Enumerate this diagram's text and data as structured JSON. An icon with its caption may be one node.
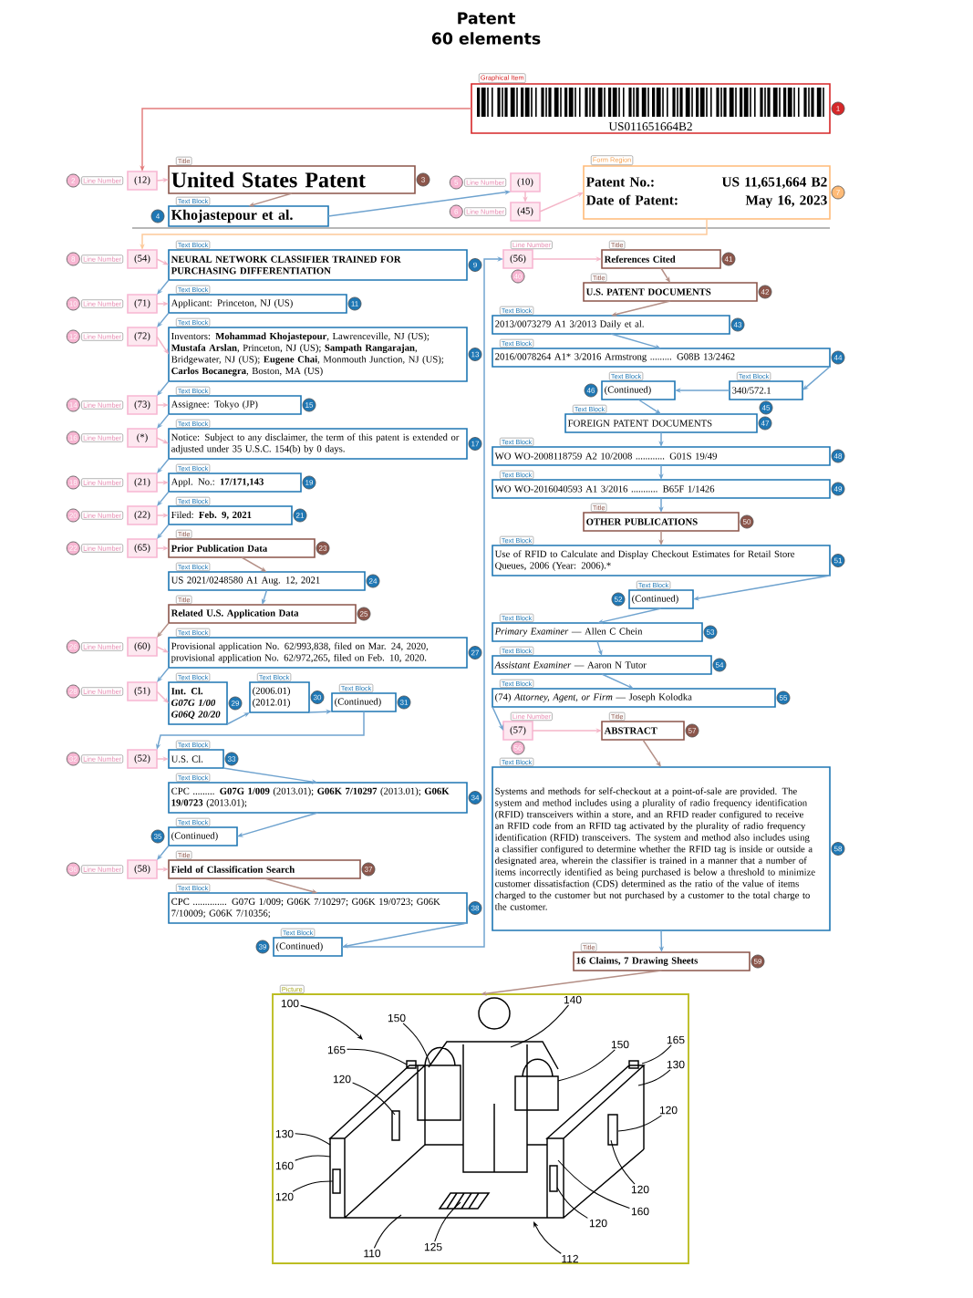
{
  "diagram": {
    "title": "Patent",
    "nodes": [
      {
        "text": [
          "Graphical Item",
          "US011651664B2"
        ],
        "beside": [
          "1"
        ]
      },
      {
        "text": [
          "Line Number",
          "(12)"
        ],
        "beside": [
          "2"
        ]
      },
      {
        "text": [
          "Title",
          "United States Patent"
        ],
        "beside": [
          "3"
        ]
      },
      {
        "text": [
          "Text Block",
          "Khojastepour et al."
        ],
        "beside": [
          "4"
        ]
      },
      {
        "text": [
          "Line Number",
          "(10)"
        ],
        "beside": [
          "5"
        ]
      },
      {
        "text": [
          "Line Number",
          "(45)"
        ],
        "beside": [
          "6"
        ]
      },
      {
        "text": [
          "Form Region",
          "Patent No.:",
          "US 11,651,664 B2",
          "Date of Patent:",
          "May 16, 2023"
        ],
        "beside": [
          "7"
        ]
      },
      {
        "text": [
          "Line Number",
          "(54)"
        ],
        "beside": [
          "8"
        ]
      },
      {
        "text": [
          "Text Block",
          "NEURAL NETWORK CLASSIFIER TRAINED FOR PURCHASING DIFFERENTIATION"
        ],
        "beside": [
          "9"
        ]
      },
      {
        "text": [
          "Line Number",
          "(71)"
        ],
        "beside": [
          "10"
        ]
      },
      {
        "text": [
          "Text Block",
          "Applicant: Princeton, NJ (US)"
        ],
        "beside": [
          "11"
        ]
      },
      {
        "text": [
          "Line Number",
          "(72)"
        ],
        "beside": [
          "12"
        ]
      },
      {
        "text": [
          "Text Block",
          "Inventors: **Mohammad Khojastepour**, Lawrenceville, NJ (US); **Mustafa Arslan**, Princeton, NJ (US); **Sampath Rangarajan**, Bridgewater, NJ (US); **Eugene Chai**, Monmouth Junction, NJ (US); **Carlos Bocanegra**, Boston, MA (US)"
        ],
        "beside": [
          "13"
        ]
      },
      {
        "text": [
          "Line Number",
          "(73)"
        ],
        "beside": [
          "14"
        ]
      },
      {
        "text": [
          "Text Block",
          "Assignee: Tokyo (JP)"
        ],
        "beside": [
          "15"
        ]
      },
      {
        "text": [
          "Line Number",
          "(*)"
        ],
        "beside": [
          "16"
        ]
      },
      {
        "text": [
          "Text Block",
          "Notice: Subject to any disclaimer, the term of this patent is extended or adjusted under 35 U.S.C. 154(b) by 0 days."
        ],
        "beside": [
          "17"
        ]
      },
      {
        "text": [
          "Line Number",
          "(21)"
        ],
        "beside": [
          "18"
        ]
      },
      {
        "text": [
          "Text Block",
          "Appl. No.: **17/171,143**"
        ],
        "beside": [
          "19"
        ]
      },
      {
        "text": [
          "Line Number",
          "(22)"
        ],
        "beside": [
          "20"
        ]
      },
      {
        "text": [
          "Text Block",
          "Filed: **Feb. 9, 2021**"
        ],
        "beside": [
          "21"
        ]
      },
      {
        "text": [
          "Line Number",
          "(65)"
        ],
        "beside": [
          "22"
        ]
      },
      {
        "text": [
          "Title",
          "Prior Publication Data"
        ],
        "beside": [
          "23"
        ]
      },
      {
        "text": [
          "Text Block",
          "US 2021/0248580 A1 Aug. 12, 2021"
        ],
        "beside": [
          "24"
        ]
      },
      {
        "text": [
          "Title",
          "Related U.S. Application Data"
        ],
        "beside": [
          "25"
        ]
      },
      {
        "text": [
          "Line Number",
          "(60)"
        ],
        "beside": [
          "26"
        ]
      },
      {
        "text": [
          "Text Block",
          "Provisional application No. 62/993,838, filed on Mar. 24, 2020, provisional application No. 62/972,265, filed on Feb. 10, 2020."
        ],
        "beside": [
          "27"
        ]
      },
      {
        "text": [
          "Line Number",
          "(51)"
        ],
        "beside": [
          "28"
        ]
      },
      {
        "text": [
          "Text Block",
          "Int. Cl. *G07G 1/00* *G06Q 20/20*"
        ],
        "beside": [
          "29"
        ]
      },
      {
        "text": [
          "Text Block",
          "(2006.01) (2012.01)"
        ],
        "beside": [
          "30"
        ]
      },
      {
        "text": [
          "Text Block",
          "(Continued)"
        ],
        "beside": [
          "31"
        ]
      },
      {
        "text": [
          "Line Number",
          "(52)"
        ],
        "beside": [
          "32"
        ]
      },
      {
        "text": [
          "Text Block",
          "U.S. Cl."
        ],
        "beside": [
          "33"
        ]
      },
      {
        "text": [
          "Text Block",
          "CPC ......... **G07G 1/009** (2013.01); **G06K 7/10297** (2013.01); **G06K 19/0723** (2013.01);"
        ],
        "beside": [
          "34"
        ]
      },
      {
        "text": [
          "Text Block",
          "(Continued)"
        ],
        "beside": [
          "35"
        ]
      },
      {
        "text": [
          "Line Number",
          "(58)"
        ],
        "beside": [
          "36"
        ]
      },
      {
        "text": [
          "Title",
          "Field of Classification Search"
        ],
        "beside": [
          "37"
        ]
      },
      {
        "text": [
          "Text Block",
          "CPC .............. G07G 1/009; G06K 7/10297; G06K 19/0723; G06K 7/10009; G06K 7/10356;"
        ],
        "beside": [
          "38"
        ]
      },
      {
        "text": [
          "Text Block",
          "(Continued)"
        ],
        "beside": [
          "39"
        ]
      },
      {
        "text": [
          "Line Number",
          "(56)"
        ],
        "beside": [
          "40"
        ]
      },
      {
        "text": [
          "Title",
          "References Cited"
        ],
        "beside": [
          "41"
        ]
      },
      {
        "text": [
          "Title",
          "U.S. PATENT DOCUMENTS"
        ],
        "beside": [
          "42"
        ]
      },
      {
        "text": [
          "Text Block",
          "2013/0073279 A1 3/2013 Daily et al."
        ],
        "beside": [
          "43"
        ]
      },
      {
        "text": [
          "Text Block",
          "2016/0078264 A1* 3/2016 Armstrong ......... G08B 13/2462"
        ],
        "beside": [
          "44"
        ]
      },
      {
        "text": [
          "Text Block",
          "340/572.1"
        ],
        "beside": [
          "45"
        ]
      },
      {
        "text": [
          "Text Block",
          "(Continued)"
        ],
        "beside": [
          "46"
        ]
      },
      {
        "text": [
          "Text Block",
          "FOREIGN PATENT DOCUMENTS"
        ],
        "beside": [
          "47"
        ]
      },
      {
        "text": [
          "Text Block",
          "WO WO-2008118759 A2 10/2008 ............ G01S 19/49"
        ],
        "beside": [
          "48"
        ]
      },
      {
        "text": [
          "Text Block",
          "WO WO-2016040593 A1 3/2016 ........... B65F 1/1426"
        ],
        "beside": [
          "49"
        ]
      },
      {
        "text": [
          "Title",
          "OTHER PUBLICATIONS"
        ],
        "beside": [
          "50"
        ]
      },
      {
        "text": [
          "Text Block",
          "Use of RFID to Calculate and Display Checkout Estimates for Retail Store Queues, 2006 (Year: 2006).*"
        ],
        "beside": [
          "51"
        ]
      },
      {
        "text": [
          "Text Block",
          "(Continued)"
        ],
        "beside": [
          "52"
        ]
      },
      {
        "text": [
          "Text Block",
          "*Primary Examiner* — Allen C Chein"
        ],
        "beside": [
          "53"
        ]
      },
      {
        "text": [
          "Text Block",
          "*Assistant Examiner* — Aaron N Tutor"
        ],
        "beside": [
          "54"
        ]
      },
      {
        "text": [
          "Text Block",
          "(74) *Attorney, Agent, or Firm* — Joseph Kolodka"
        ],
        "beside": [
          "55"
        ]
      },
      {
        "text": [
          "Line Number",
          "(57)"
        ],
        "beside": [
          "56"
        ]
      },
      {
        "text": [
          "Title",
          "ABSTRACT"
        ],
        "beside": [
          "57"
        ]
      },
      {
        "text": [
          "Text Block",
          "Systems and methods for self-checkout at a point-of-sale are provided. The system and method includes using a plurality of radio frequency identification (RFID) transceivers within a store, and an RFID reader configured to receive an RFID code from an RFID tag activated by the plurality of radio frequency identification (RFID) transceivers. The system and method also includes using a classifier configured to determine whether the RFID tag is inside or outside a designated area, wherein the classifier is trained in a manner that a number of items incorrectly identified as being purchased is below a threshold to minimize customer dissatisfaction (CDS) determined as the ratio of the value of items charged to the customer but not purchased by a customer to the total charge to the customer."
        ],
        "beside": [
          "58"
        ]
      },
      {
        "text": [
          "Title",
          "16 Claims, 7 Drawing Sheets"
        ],
        "beside": [
          "59"
        ]
      },
      {
        "text": [
          "Picture"
        ]
      },
      {
        "text": [
          "140"
        ],
        "in": 59
      },
      {
        "text": [
          "100"
        ],
        "in": 59
      },
      {
        "text": [
          "150"
        ],
        "in": 59
      },
      {
        "text": [
          "165"
        ],
        "in": 59
      },
      {
        "text": [
          "150"
        ],
        "in": 59
      },
      {
        "text": [
          "165"
        ],
        "in": 59
      },
      {
        "text": [
          "130"
        ],
        "in": 59
      },
      {
        "text": [
          "120"
        ],
        "in": 59
      },
      {
        "text": [
          "120"
        ],
        "in": 59
      },
      {
        "text": [
          "130"
        ],
        "in": 59
      },
      {
        "text": [
          "160"
        ],
        "in": 59
      },
      {
        "text": [
          "120"
        ],
        "in": 59
      },
      {
        "text": [
          "120"
        ],
        "in": 59
      },
      {
        "text": [
          "160"
        ],
        "in": 59
      },
      {
        "text": [
          "120"
        ],
        "in": 59
      },
      {
        "text": [
          "125"
        ],
        "in": 59
      },
      {
        "text": [
          "110"
        ],
        "in": 59
      },
      {
        "text": [
          "112"
        ],
        "in": 59
      }
    ],
    "edges": [
      {
        "from": 0,
        "to": 1,
        "arrow": "to",
        "color": "#e37c7c"
      },
      {
        "from": 1,
        "to": 2,
        "arrow": "to",
        "color": "#f4b6c8"
      },
      {
        "from": 2,
        "to": 3,
        "arrow": "to",
        "color": "#b48f86"
      },
      {
        "from": 3,
        "to": 4,
        "arrow": "to"
      },
      {
        "from": 4,
        "to": 5,
        "arrow": "to",
        "color": "#f4b6c8"
      },
      {
        "from": 5,
        "to": 6,
        "arrow": "to",
        "color": "#f4b6c8"
      },
      {
        "from": 6,
        "to": 7,
        "arrow": "to",
        "color": "#fdc999"
      },
      {
        "from": 7,
        "to": 8,
        "arrow": "to",
        "color": "#f4b6c8"
      },
      {
        "from": 8,
        "to": 9,
        "arrow": "to"
      },
      {
        "from": 9,
        "to": 10,
        "arrow": "to",
        "color": "#f4b6c8"
      },
      {
        "from": 10,
        "to": 11,
        "arrow": "to"
      },
      {
        "from": 11,
        "to": 12,
        "arrow": "to",
        "color": "#f4b6c8"
      },
      {
        "from": 12,
        "to": 13,
        "arrow": "to"
      },
      {
        "from": 13,
        "to": 14,
        "arrow": "to",
        "color": "#f4b6c8"
      },
      {
        "from": 14,
        "to": 15,
        "arrow": "to"
      },
      {
        "from": 15,
        "to": 16,
        "arrow": "to",
        "color": "#f4b6c8"
      },
      {
        "from": 16,
        "to": 17,
        "arrow": "to"
      },
      {
        "from": 17,
        "to": 18,
        "arrow": "to",
        "color": "#f4b6c8"
      },
      {
        "from": 18,
        "to": 19,
        "arrow": "to"
      },
      {
        "from": 19,
        "to": 20,
        "arrow": "to",
        "color": "#f4b6c8"
      },
      {
        "from": 20,
        "to": 21,
        "arrow": "to"
      },
      {
        "from": 21,
        "to": 22,
        "arrow": "to",
        "color": "#f4b6c8"
      },
      {
        "from": 22,
        "to": 23,
        "arrow": "to",
        "color": "#b48f86"
      },
      {
        "from": 23,
        "to": 24,
        "arrow": "to"
      },
      {
        "from": 24,
        "to": 25,
        "arrow": "to",
        "color": "#b48f86"
      },
      {
        "from": 25,
        "to": 26,
        "arrow": "to",
        "color": "#f4b6c8"
      },
      {
        "from": 26,
        "to": 27,
        "arrow": "to"
      },
      {
        "from": 27,
        "to": 28,
        "arrow": "to",
        "color": "#f4b6c8"
      },
      {
        "from": 28,
        "to": 29,
        "arrow": "to"
      },
      {
        "from": 29,
        "to": 30,
        "arrow": "to"
      },
      {
        "from": 30,
        "to": 31,
        "arrow": "to"
      },
      {
        "from": 31,
        "to": 32,
        "arrow": "to",
        "color": "#f4b6c8"
      },
      {
        "from": 32,
        "to": 33,
        "arrow": "to"
      },
      {
        "from": 33,
        "to": 34,
        "arrow": "to"
      },
      {
        "from": 34,
        "to": 35,
        "arrow": "to"
      },
      {
        "from": 35,
        "to": 36,
        "arrow": "to",
        "color": "#f4b6c8"
      },
      {
        "from": 36,
        "to": 37,
        "arrow": "to",
        "color": "#b48f86"
      },
      {
        "from": 37,
        "to": 38,
        "arrow": "to"
      },
      {
        "from": 38,
        "to": 39,
        "arrow": "to"
      },
      {
        "from": 39,
        "to": 40,
        "arrow": "to",
        "color": "#f4b6c8"
      },
      {
        "from": 40,
        "to": 41,
        "arrow": "to",
        "color": "#b48f86"
      },
      {
        "from": 41,
        "to": 42,
        "arrow": "to",
        "color": "#b48f86"
      },
      {
        "from": 42,
        "to": 43,
        "arrow": "to"
      },
      {
        "from": 43,
        "to": 44,
        "arrow": "to"
      },
      {
        "from": 44,
        "to": 45,
        "arrow": "to"
      },
      {
        "from": 45,
        "to": 46,
        "arrow": "to"
      },
      {
        "from": 46,
        "to": 47,
        "arrow": "to"
      },
      {
        "from": 47,
        "to": 48,
        "arrow": "to"
      },
      {
        "from": 48,
        "to": 49,
        "arrow": "to"
      },
      {
        "from": 49,
        "to": 50,
        "arrow": "to",
        "color": "#b48f86"
      },
      {
        "from": 50,
        "to": 51,
        "arrow": "to"
      },
      {
        "from": 51,
        "to": 52,
        "arrow": "to"
      },
      {
        "from": 52,
        "to": 53,
        "arrow": "to"
      },
      {
        "from": 53,
        "to": 54,
        "arrow": "to"
      },
      {
        "from": 54,
        "to": 55,
        "arrow": "to"
      },
      {
        "from": 55,
        "to": 56,
        "arrow": "to",
        "color": "#f4b6c8"
      },
      {
        "from": 56,
        "to": 57,
        "arrow": "to",
        "color": "#b48f86"
      },
      {
        "from": 57,
        "to": 58,
        "arrow": "to"
      },
      {
        "from": 58,
        "to": 59,
        "arrow": "to",
        "color": "#b48f86"
      },
      {
        "from": 60,
        "to": 59,
        "arrow": "none",
        "color": "#000000"
      },
      {
        "from": 61,
        "to": 59,
        "arrow": "to",
        "color": "#000000"
      },
      {
        "from": 62,
        "to": 59,
        "arrow": "none",
        "color": "#000000"
      },
      {
        "from": 63,
        "to": 59,
        "arrow": "none",
        "color": "#000000"
      },
      {
        "from": 64,
        "to": 59,
        "arrow": "none",
        "color": "#000000"
      },
      {
        "from": 65,
        "to": 59,
        "arrow": "none",
        "color": "#000000"
      },
      {
        "from": 66,
        "to": 59,
        "arrow": "none",
        "color": "#000000"
      },
      {
        "from": 67,
        "to": 59,
        "arrow": "none",
        "color": "#000000"
      },
      {
        "from": 68,
        "to": 59,
        "arrow": "none",
        "color": "#000000"
      },
      {
        "from": 69,
        "to": 59,
        "arrow": "none",
        "color": "#000000"
      },
      {
        "from": 70,
        "to": 59,
        "arrow": "none",
        "color": "#000000"
      },
      {
        "from": 71,
        "to": 59,
        "arrow": "none",
        "color": "#000000"
      },
      {
        "from": 72,
        "to": 59,
        "arrow": "none",
        "color": "#000000"
      },
      {
        "from": 73,
        "to": 59,
        "arrow": "none",
        "color": "#000000"
      },
      {
        "from": 74,
        "to": 59,
        "arrow": "none",
        "color": "#000000"
      },
      {
        "from": 75,
        "to": 59,
        "arrow": "none",
        "color": "#000000"
      },
      {
        "from": 76,
        "to": 59,
        "arrow": "none",
        "color": "#000000"
      },
      {
        "from": 77,
        "to": 59,
        "arrow": "to",
        "color": "#000000"
      }
    ],
    "labels": [
      "60 elements"
    ]
  }
}
